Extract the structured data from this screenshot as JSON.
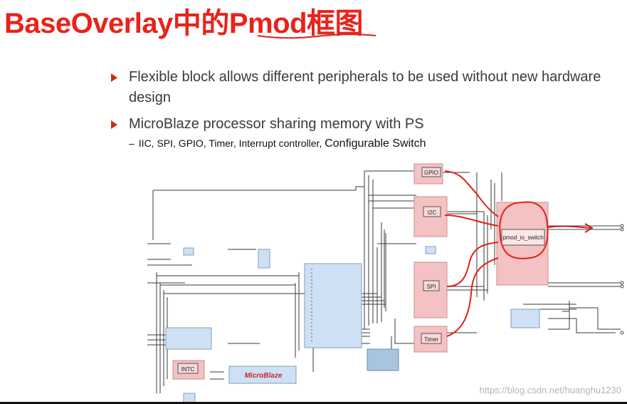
{
  "slide": {
    "title": "BaseOverlay中的Pmod框图",
    "bullets": [
      "Flexible block allows different peripherals to be used without new hardware design",
      "MicroBlaze processor sharing memory with PS"
    ],
    "subbullet": {
      "dash": "–",
      "text": "IIC, SPI, GPIO, Timer, Interrupt controller,",
      "text_big": "Configurable Switch"
    }
  },
  "diagram": {
    "blocks": {
      "gpio": "GPIO",
      "i2c": "I2C",
      "spi": "SPI",
      "timer": "Timer",
      "switch": "pmod_io_switch",
      "intc": "INTC",
      "microblaze": "MicroBlaze"
    }
  },
  "watermark": "https://blog.csdn.net/huanghu1230",
  "colors": {
    "title": "#e8231b",
    "bullet_arrow": "#d02b12",
    "annotation": "#e0201a",
    "block_pink": "#f4c2c2",
    "block_blue": "#cfe0f4"
  }
}
